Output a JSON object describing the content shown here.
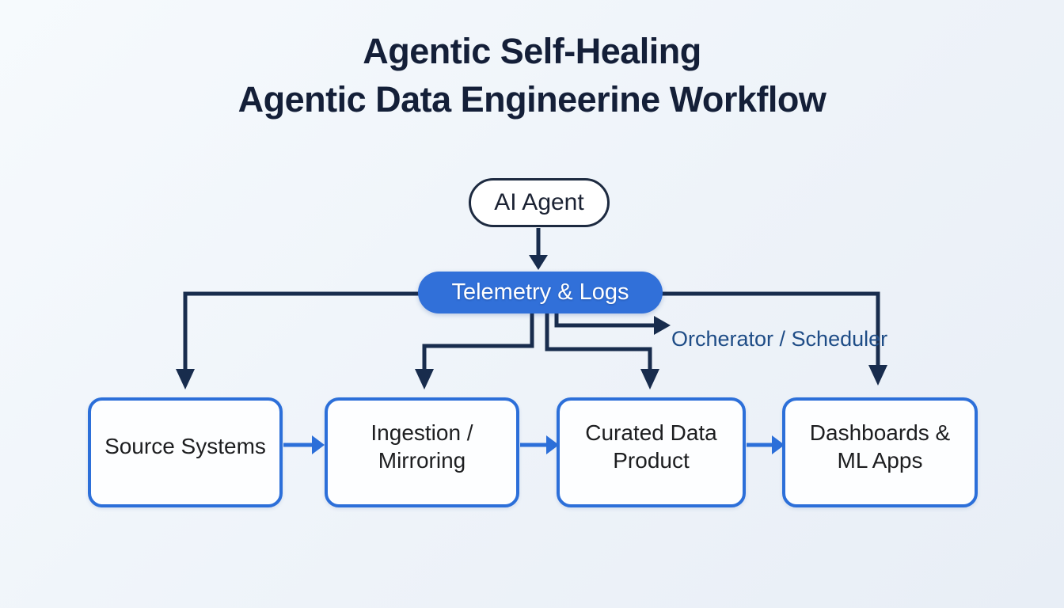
{
  "title": {
    "line1": "Agentic Self-Healing",
    "line2": "Agentic Data Engineerine Workflow"
  },
  "nodes": {
    "agent": "AI Agent",
    "telemetry": "Telemetry & Logs",
    "orchestrator": "Orcherator / Scheduler",
    "pipeline": [
      {
        "label": "Source Systems"
      },
      {
        "label": "Ingestion / Mirroring"
      },
      {
        "label": "Curated Data Product"
      },
      {
        "label": "Dashboards & ML Apps"
      }
    ]
  },
  "colors": {
    "bg-start": "#f6fafd",
    "bg-mid": "#eef3f9",
    "bg-end": "#e8eef6",
    "title-ink": "#141f38",
    "connector": "#182c4d",
    "accent": "#2c6fd9",
    "pill-fill": "#3170d9",
    "pill-text": "#ffffff",
    "node-border": "#1d2a40",
    "node-text": "#1b2233",
    "box-fill": "#fdfeff",
    "box-text": "#1d1e20",
    "orch-text": "#1e4c86"
  }
}
